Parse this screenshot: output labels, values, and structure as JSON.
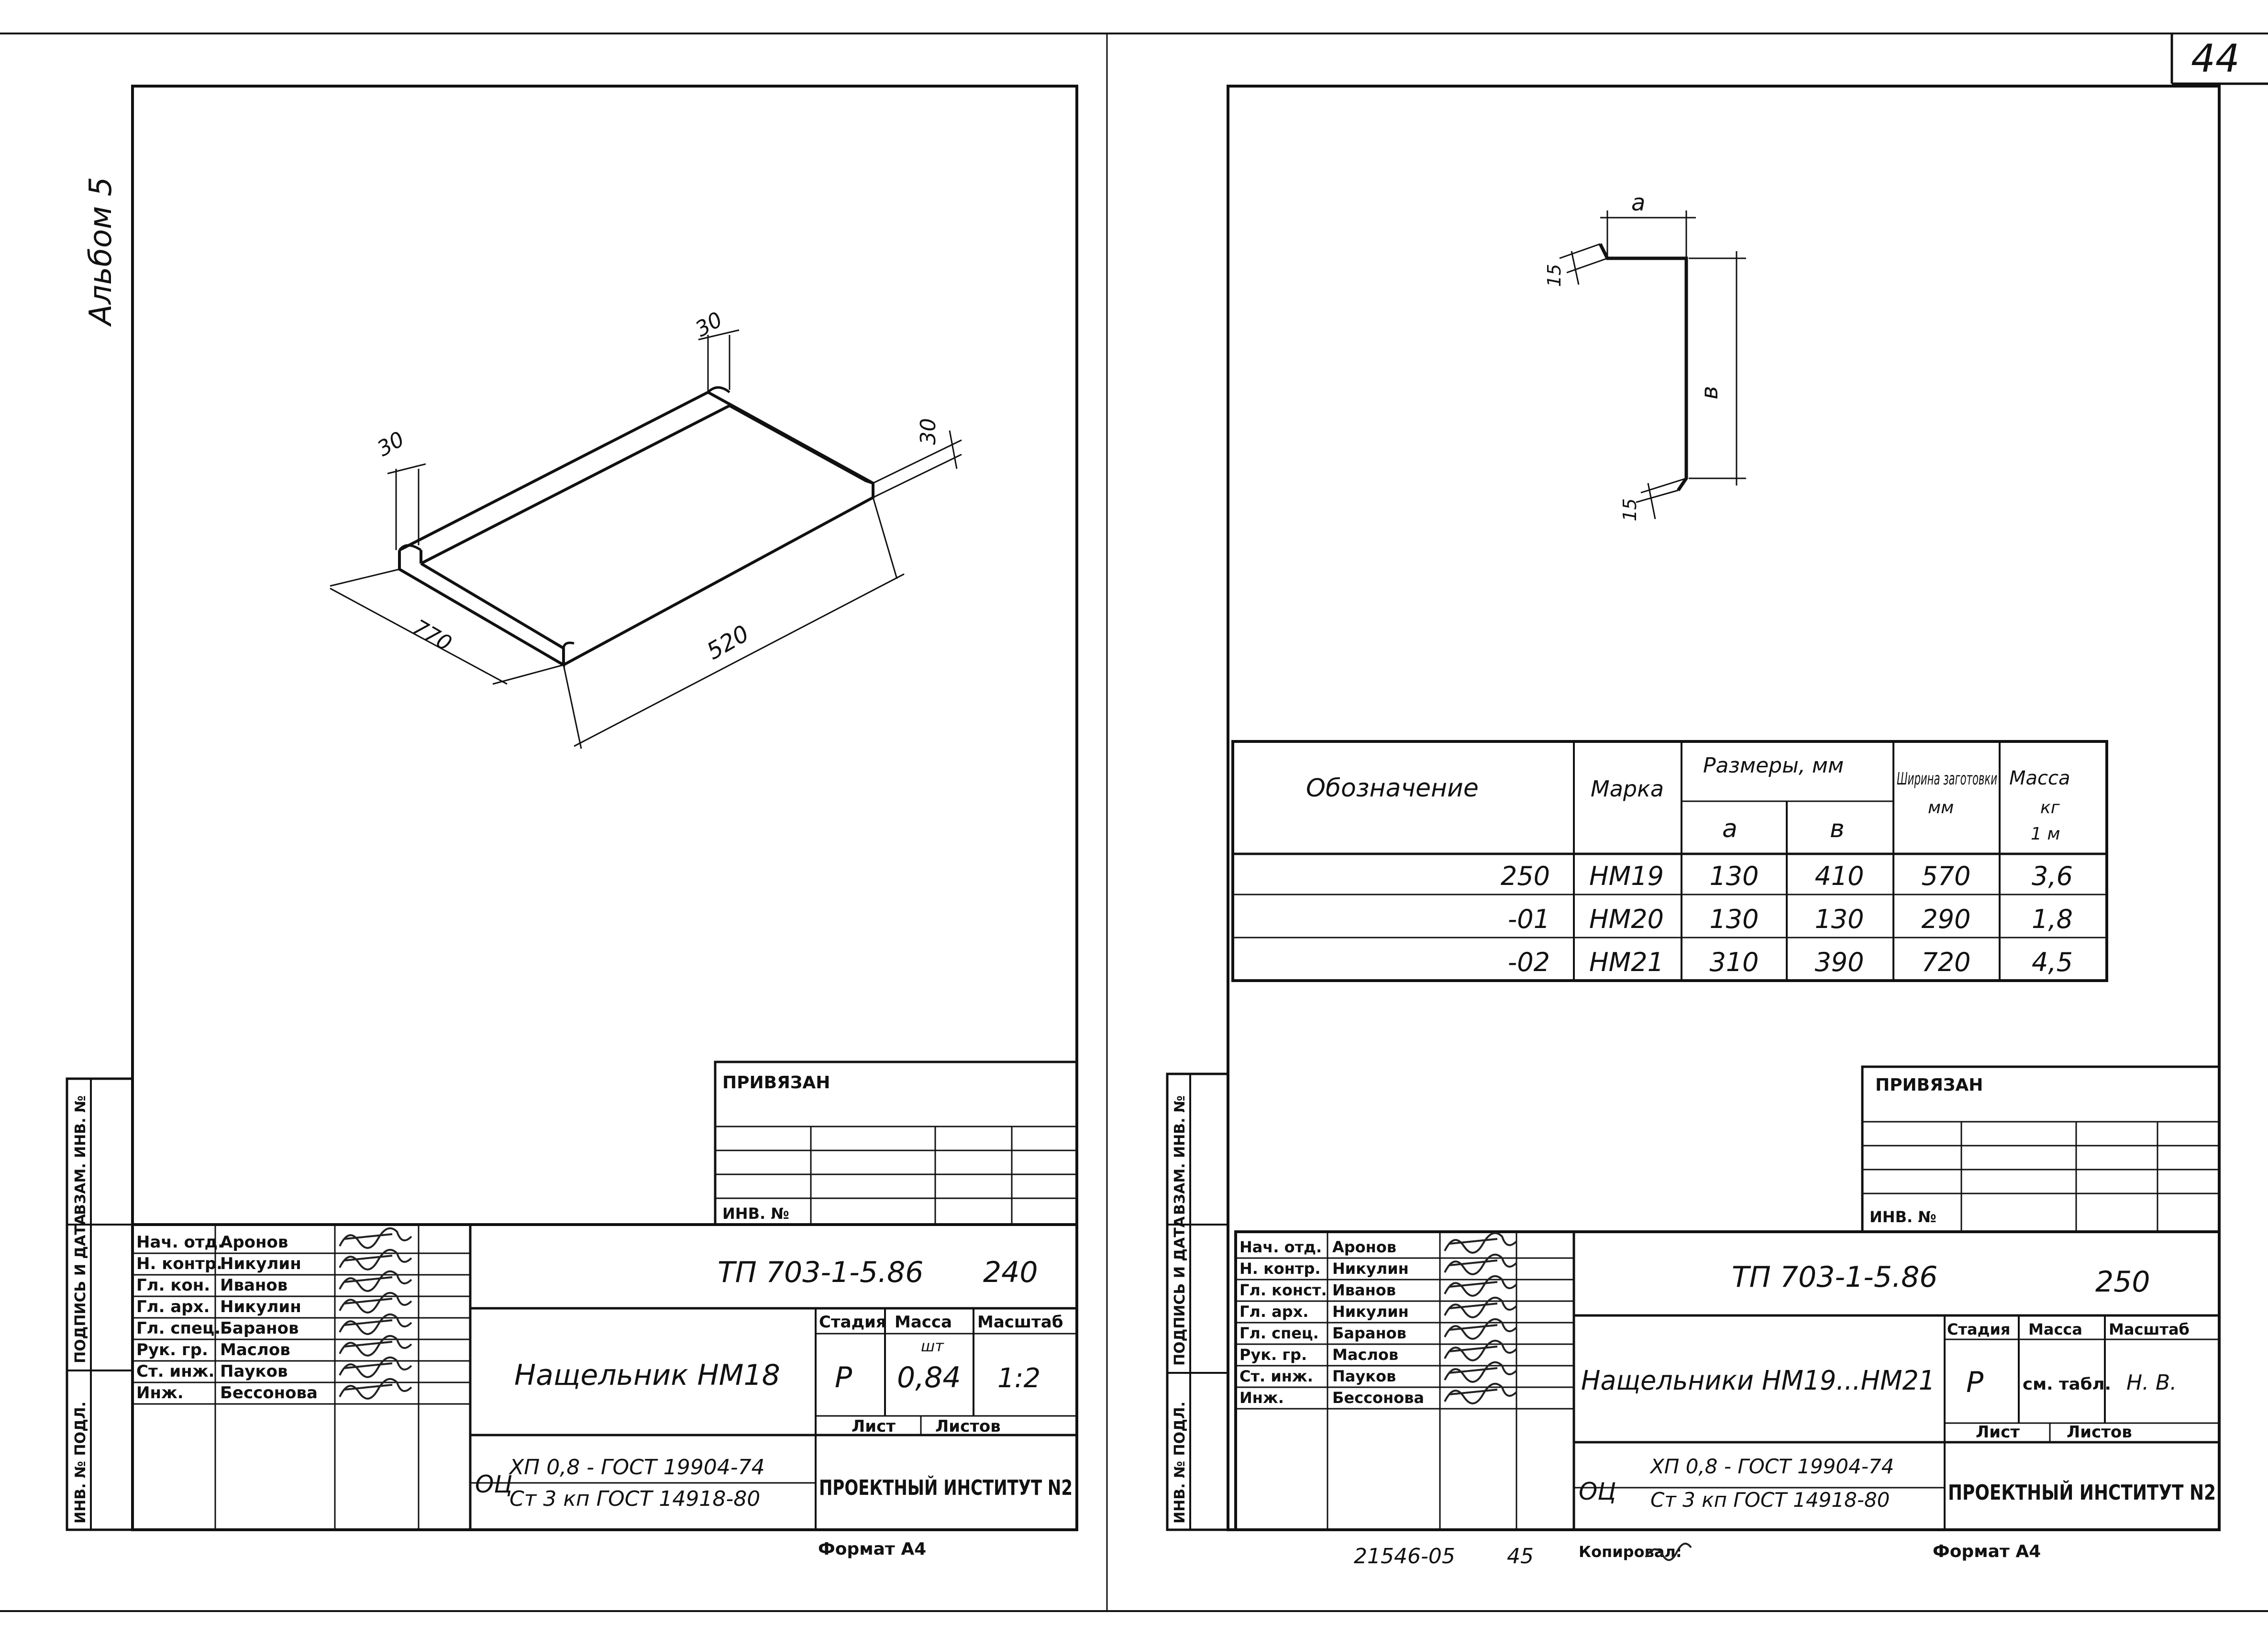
{
  "page_number": "44",
  "side_labels": {
    "album": "Альбом 5",
    "vzam_inv": "ВЗАМ. ИНВ. №",
    "podpis_data": "ПОДПИСЬ И ДАТА",
    "inv_podl": "ИНВ. № ПОДЛ."
  },
  "left_sheet": {
    "dims": {
      "d30_left": "30",
      "d30_right": "30",
      "d30_side": "30",
      "d770": "770",
      "d520": "520"
    },
    "privyazan": "ПРИВЯЗАН",
    "inv_no": "ИНВ. №",
    "staff": [
      {
        "role": "Нач. отд.",
        "name": "Аронов"
      },
      {
        "role": "Н. контр.",
        "name": "Никулин"
      },
      {
        "role": "Гл. кон.",
        "name": "Иванов"
      },
      {
        "role": "Гл. арх.",
        "name": "Никулин"
      },
      {
        "role": "Гл. спец.",
        "name": "Баранов"
      },
      {
        "role": "Рук. гр.",
        "name": "Маслов"
      },
      {
        "role": "Ст. инж.",
        "name": "Пауков"
      },
      {
        "role": "Инж.",
        "name": "Бессонова"
      }
    ],
    "code": "ТП 703-1-5.86",
    "sheet_id": "240",
    "title": "Нащельник НМ18",
    "stage_header": "Стадия",
    "mass_header": "Масса",
    "scale_header": "Масштаб",
    "mass_unit": "шт",
    "stage": "Р",
    "mass": "0,84",
    "scale": "1:2",
    "list_label": "Лист",
    "listov_label": "Листов",
    "material_prefix": "ОЦ",
    "material_top": "ХП 0,8 - ГОСТ 19904-74",
    "material_bottom": "Ст 3 кп  ГОСТ 14918-80",
    "institute": "ПРОЕКТНЫЙ ИНСТИТУТ N2",
    "format": "Формат А4"
  },
  "right_sheet": {
    "dims": {
      "a": "а",
      "b": "в",
      "d15_top": "15",
      "d15_bottom": "15"
    },
    "table": {
      "h_designation": "Обозначение",
      "h_mark": "Марка",
      "h_sizes": "Размеры, мм",
      "h_a": "а",
      "h_b": "в",
      "h_width": "Ширина заготовки",
      "h_width_unit": "мм",
      "h_mass": "Масса",
      "h_mass_unit": "кг",
      "h_mass_unit2": "1 м",
      "rows": [
        {
          "designation": "250",
          "mark": "НМ19",
          "a": "130",
          "b": "410",
          "width": "570",
          "mass": "3,6"
        },
        {
          "designation": "-01",
          "mark": "НМ20",
          "a": "130",
          "b": "130",
          "width": "290",
          "mass": "1,8"
        },
        {
          "designation": "-02",
          "mark": "НМ21",
          "a": "310",
          "b": "390",
          "width": "720",
          "mass": "4,5"
        }
      ]
    },
    "privyazan": "ПРИВЯЗАН",
    "inv_no": "ИНВ. №",
    "staff": [
      {
        "role": "Нач. отд.",
        "name": "Аронов"
      },
      {
        "role": "Н. контр.",
        "name": "Никулин"
      },
      {
        "role": "Гл. конст.",
        "name": "Иванов"
      },
      {
        "role": "Гл. арх.",
        "name": "Никулин"
      },
      {
        "role": "Гл. спец.",
        "name": "Баранов"
      },
      {
        "role": "Рук. гр.",
        "name": "Маслов"
      },
      {
        "role": "Ст. инж.",
        "name": "Пауков"
      },
      {
        "role": "Инж.",
        "name": "Бессонова"
      }
    ],
    "code": "ТП 703-1-5.86",
    "sheet_id": "250",
    "title": "Нащельники НМ19...НМ21",
    "stage_header": "Стадия",
    "mass_header": "Масса",
    "scale_header": "Масштаб",
    "stage": "Р",
    "mass": "см. табл.",
    "scale": "Н. В.",
    "list_label": "Лист",
    "listov_label": "Листов",
    "material_prefix": "ОЦ",
    "material_top": "ХП 0,8 - ГОСТ 19904-74",
    "material_bottom": "Ст 3 кп  ГОСТ 14918-80",
    "institute": "ПРОЕКТНЫЙ ИНСТИТУТ N2",
    "format": "Формат А4",
    "bottom_number": "21546-05",
    "bottom_number2": "45",
    "kopiroval": "Копировал:"
  }
}
